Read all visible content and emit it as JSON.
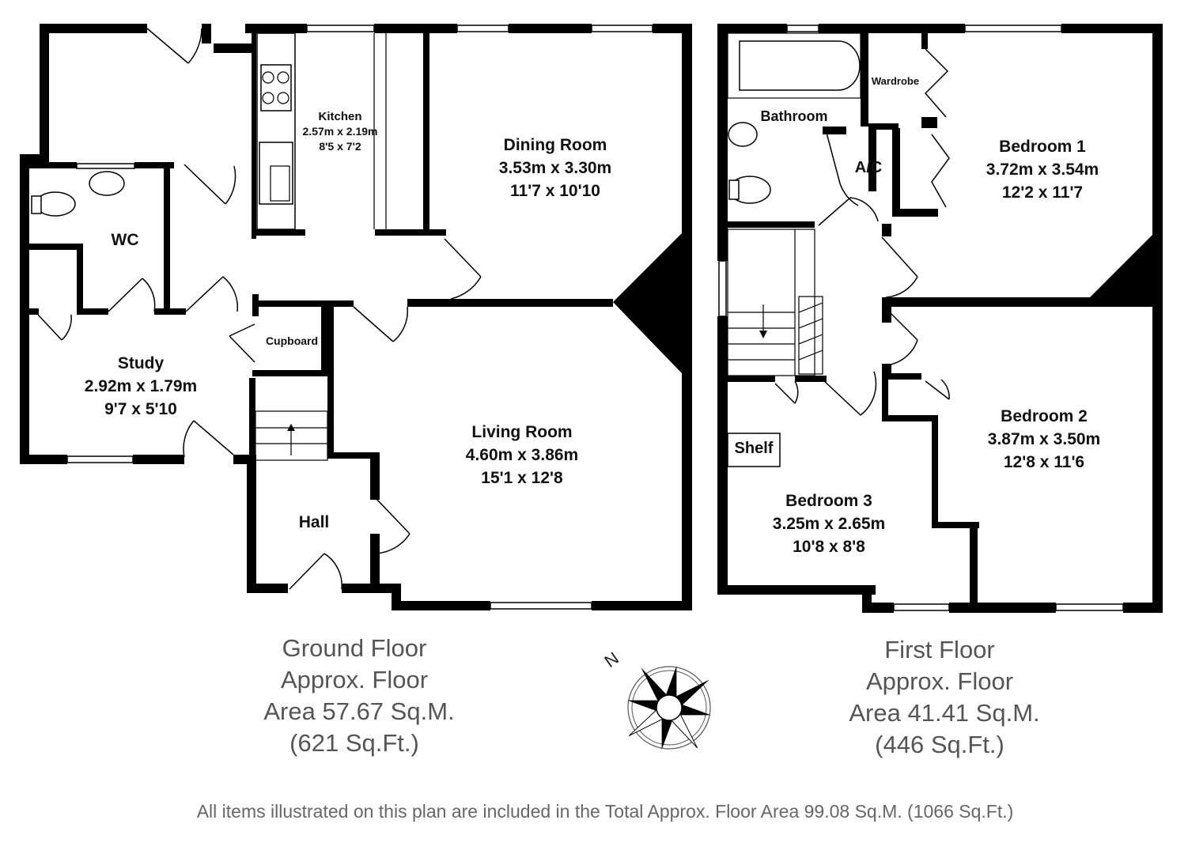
{
  "ground_floor": {
    "rooms": [
      {
        "name": "Kitchen",
        "metric": "2.57m x 2.19m",
        "imperial": "8'5 x 7'2"
      },
      {
        "name": "Dining Room",
        "metric": "3.53m x 3.30m",
        "imperial": "11'7 x 10'10"
      },
      {
        "name": "WC"
      },
      {
        "name": "Study",
        "metric": "2.92m x 1.79m",
        "imperial": "9'7 x 5'10"
      },
      {
        "name": "Cupboard"
      },
      {
        "name": "Living Room",
        "metric": "4.60m x 3.86m",
        "imperial": "15'1 x 12'8"
      },
      {
        "name": "Hall"
      }
    ],
    "label": {
      "line1": "Ground Floor",
      "line2": "Approx. Floor",
      "line3": "Area 57.67 Sq.M.",
      "line4": "(621 Sq.Ft.)"
    }
  },
  "first_floor": {
    "rooms": [
      {
        "name": "Bathroom"
      },
      {
        "name": "Wardrobe"
      },
      {
        "name": "A/C"
      },
      {
        "name": "Bedroom 1",
        "metric": "3.72m x 3.54m",
        "imperial": "12'2 x 11'7"
      },
      {
        "name": "Bedroom 2",
        "metric": "3.87m x 3.50m",
        "imperial": "12'8 x 11'6"
      },
      {
        "name": "Shelf"
      },
      {
        "name": "Bedroom 3",
        "metric": "3.25m x 2.65m",
        "imperial": "10'8 x 8'8"
      }
    ],
    "label": {
      "line1": "First Floor",
      "line2": "Approx. Floor",
      "line3": "Area 41.41 Sq.M.",
      "line4": "(446 Sq.Ft.)"
    }
  },
  "compass": {
    "north_label": "N",
    "icon": "compass-rose-icon"
  },
  "footer": "All items illustrated on this plan are included in the Total Approx. Floor Area 99.08 Sq.M. (1066 Sq.Ft.)"
}
